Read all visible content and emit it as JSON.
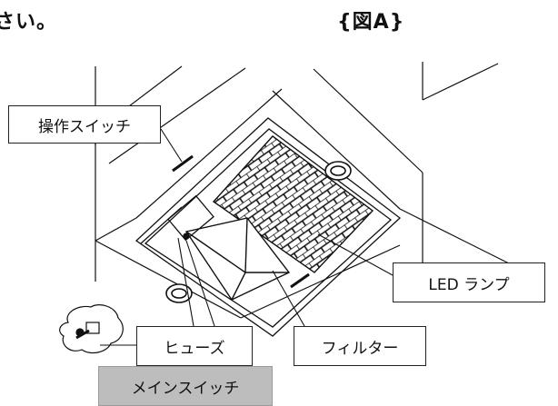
{
  "header": {
    "left_text": "さい。",
    "right_text": "{図A}"
  },
  "labels": {
    "operation_switch": "操作スイッチ",
    "led_lamp": "LED ランプ",
    "fuse": "ヒューズ",
    "filter": "フィルター",
    "main_switch": "メインスイッチ"
  }
}
